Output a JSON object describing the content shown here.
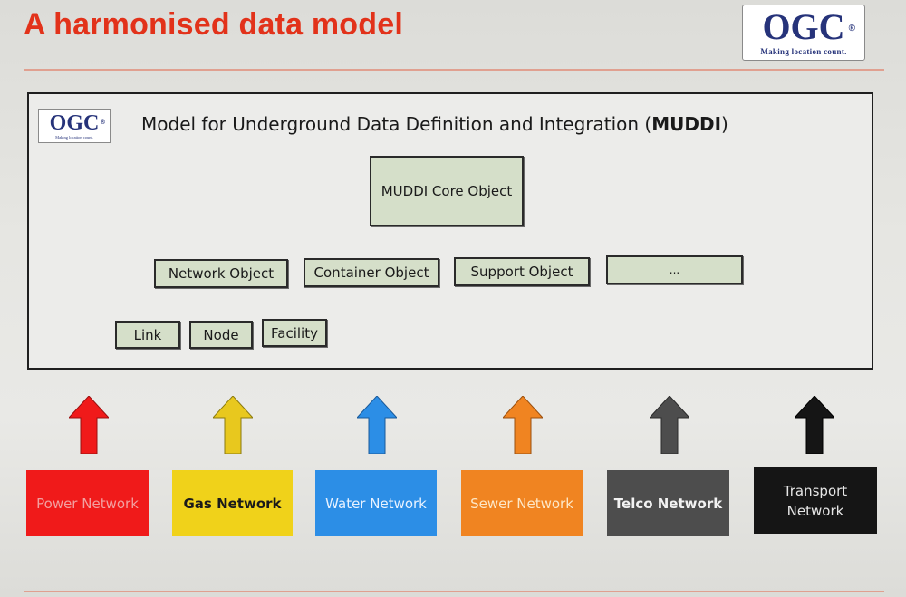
{
  "title": "A harmonised data model",
  "logo": {
    "letters": "OGC",
    "reg": "®",
    "tagline": "Making location count."
  },
  "model": {
    "title_prefix": "Model for Underground Data Definition and Integration (",
    "title_acronym": "MUDDI",
    "title_suffix": ")",
    "core": "MUDDI Core Object",
    "objects": [
      "Network Object",
      "Container Object",
      "Support Object",
      "..."
    ],
    "sub_objects": [
      "Link",
      "Node",
      "Facility"
    ]
  },
  "networks": [
    {
      "label": "Power Network",
      "color": "#f01a1a",
      "text_color": "#f2a0a0"
    },
    {
      "label": "Gas Network",
      "color": "#f0d21a",
      "text_color": "#1a1a1a"
    },
    {
      "label": "Water Network",
      "color": "#2c8ee6",
      "text_color": "#e8f2ff"
    },
    {
      "label": "Sewer Network",
      "color": "#f08421",
      "text_color": "#fde8c8"
    },
    {
      "label": "Telco Network",
      "color": "#4d4d4d",
      "text_color": "#f2f2f2"
    },
    {
      "label": "Transport Network",
      "color": "#151515",
      "text_color": "#e6e6e6"
    }
  ]
}
